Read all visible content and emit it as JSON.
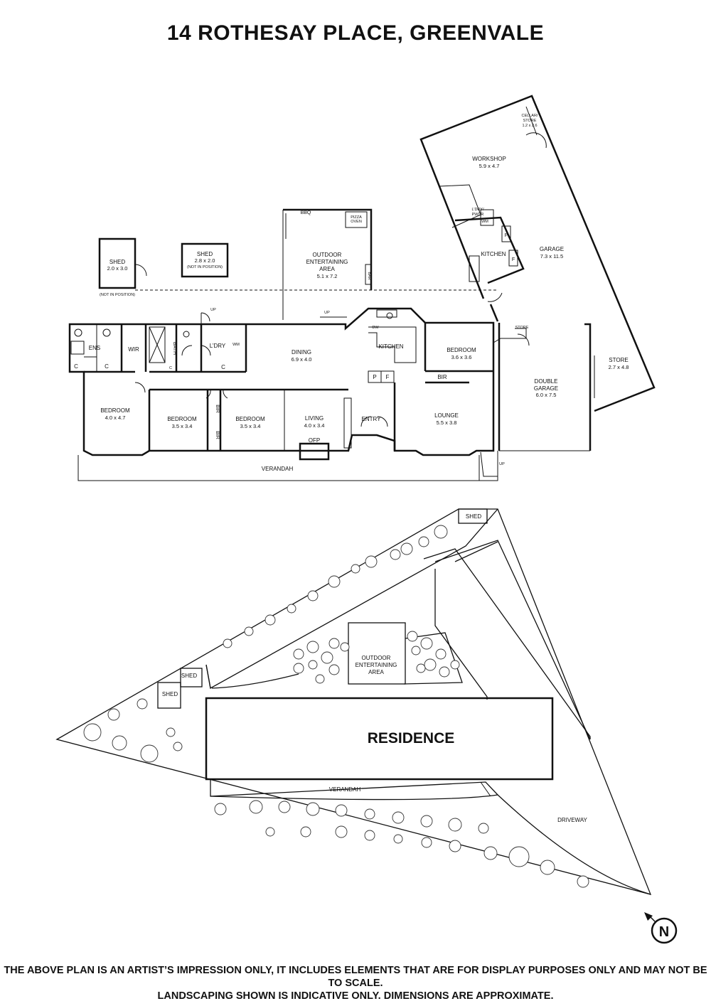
{
  "title": "14 ROTHESAY PLACE, GREENVALE",
  "disclaimer": {
    "line1": "THE ABOVE PLAN IS AN ARTIST’S IMPRESSION ONLY, IT INCLUDES ELEMENTS THAT ARE FOR DISPLAY PURPOSES ONLY AND MAY NOT BE TO SCALE.",
    "line2": "LANDSCAPING SHOWN IS INDICATIVE ONLY. DIMENSIONS ARE APPROXIMATE."
  },
  "floorplan": {
    "shed1": {
      "name": "SHED",
      "dim": "2.0 x 3.0",
      "note": "(NOT IN POSITION)"
    },
    "shed2": {
      "name": "SHED",
      "dim": "2.8 x 2.0",
      "note": "(NOT IN POSITION)"
    },
    "outdoor": {
      "name1": "OUTDOOR",
      "name2": "ENTERTAINING",
      "name3": "AREA",
      "dim": "5.1 x 7.2"
    },
    "bbq": "BBQ",
    "pizza_oven": {
      "line1": "PIZZA",
      "line2": "OVEN"
    },
    "bar": "BAR",
    "ens": "ENS",
    "wir": "WIR",
    "bath": "BATH",
    "ldry": "L’DRY",
    "wm": "WM",
    "c": "C",
    "up": "UP",
    "dw": "DW",
    "dining": {
      "name": "DINING",
      "dim": "6.9 x 4.0"
    },
    "kitchen": "KITCHEN",
    "bedroom_ne": {
      "name": "BEDROOM",
      "dim": "3.6 x 3.6"
    },
    "bir": "BIR",
    "p": "P",
    "f": "F",
    "bedroom_w": {
      "name": "BEDROOM",
      "dim": "4.0 x 4.7"
    },
    "bedroom_2": {
      "name": "BEDROOM",
      "dim": "3.5 x 3.4"
    },
    "bedroom_3": {
      "name": "BEDROOM",
      "dim": "3.5 x 3.4"
    },
    "living": {
      "name": "LIVING",
      "dim": "4.0 x 3.4"
    },
    "ofp": "OFP",
    "entry": "ENTRY",
    "lounge": {
      "name": "LOUNGE",
      "dim": "5.5 x 3.8"
    },
    "verandah": "VERANDAH",
    "double_garage": {
      "name1": "DOUBLE",
      "name2": "GARAGE",
      "dim": "6.0 x 7.5"
    },
    "store_small": "STORE",
    "store": {
      "name": "STORE",
      "dim": "2.7 x 4.8"
    },
    "garage": {
      "name": "GARAGE",
      "dim": "7.3 x 11.5"
    },
    "workshop": {
      "name": "WORKSHOP",
      "dim": "5.9 x 4.7"
    },
    "cellar": {
      "line1": "CELLAR/",
      "line2": "STORE",
      "dim": "1.2 x 2.6"
    },
    "ldry_pwdr": {
      "line1": "L’DRY/",
      "line2": "PWDR"
    },
    "kitchen2": "KITCHEN"
  },
  "siteplan": {
    "shed_ne": "SHED",
    "shed_a": "SHED",
    "shed_b": "SHED",
    "outdoor": {
      "line1": "OUTDOOR",
      "line2": "ENTERTAINING",
      "line3": "AREA"
    },
    "residence": "RESIDENCE",
    "verandah": "VERANDAH",
    "driveway": "DRIVEWAY"
  },
  "compass": {
    "letter": "N",
    "icon": "north-arrow-icon"
  }
}
